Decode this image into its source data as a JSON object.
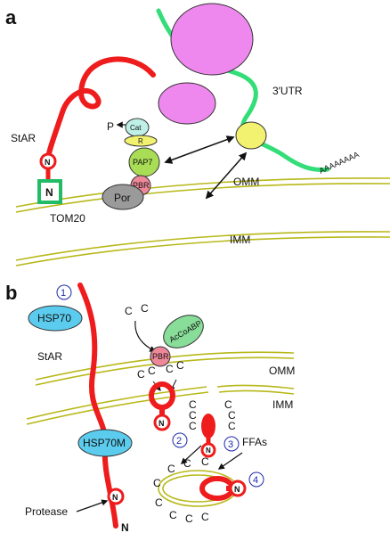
{
  "panel_a": {
    "letter": "a",
    "star_label": "StAR",
    "n_label_top": "N",
    "n_label_tom": "N",
    "tom20_label": "TOM20",
    "p_label": "P",
    "cat_label": "Cat",
    "r_label": "R",
    "pap7_label": "PAP7",
    "pbr_label": "PBR",
    "por_label": "Por",
    "utr_label": "3′UTR",
    "polya_label": "AAAAAAAA",
    "omm_label": "OMM",
    "imm_label": "IMM"
  },
  "panel_b": {
    "letter": "b",
    "step1": "1",
    "step2": "2",
    "step3": "3",
    "step4": "4",
    "hsp70_label": "HSP70",
    "hsp70m_label": "HSP70M",
    "star_label": "StAR",
    "acoabp_label": "AcCoABP",
    "pbr_label": "PBR",
    "omm_label": "OMM",
    "imm_label": "IMM",
    "ffas_label": "FFAs",
    "protease_label": "Protease",
    "n_label": "N",
    "c_label": "C"
  },
  "colors": {
    "star_red": "#ee1c1c",
    "mrna_green": "#33dd77",
    "membrane": "#b8b81a",
    "tom20_green": "#22bb66",
    "ribosome_magenta": "#ee88ee",
    "yellow": "#f2f270",
    "cat_cyan": "#bff0e8",
    "pap7_green": "#a8dd55",
    "pbr_pink": "#ee8899",
    "por_gray": "#9a9a9a",
    "hsp_cyan": "#5cccee",
    "acoabp_green": "#88dd99",
    "step_blue": "#1a2aa8"
  }
}
